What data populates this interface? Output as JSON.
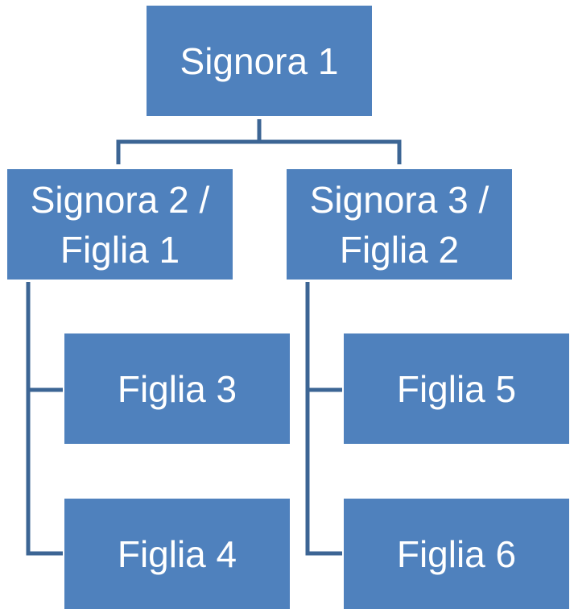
{
  "diagram": {
    "root": {
      "label": "Signora 1"
    },
    "branches": [
      {
        "label": "Signora 2 /\nFiglia 1",
        "children": [
          {
            "label": "Figlia 3"
          },
          {
            "label": "Figlia 4"
          }
        ]
      },
      {
        "label": "Signora 3 /\nFiglia 2",
        "children": [
          {
            "label": "Figlia 5"
          },
          {
            "label": "Figlia 6"
          }
        ]
      }
    ]
  },
  "colors": {
    "node_fill": "#4f81bd",
    "node_text": "#ffffff",
    "connector": "#3c6594"
  }
}
